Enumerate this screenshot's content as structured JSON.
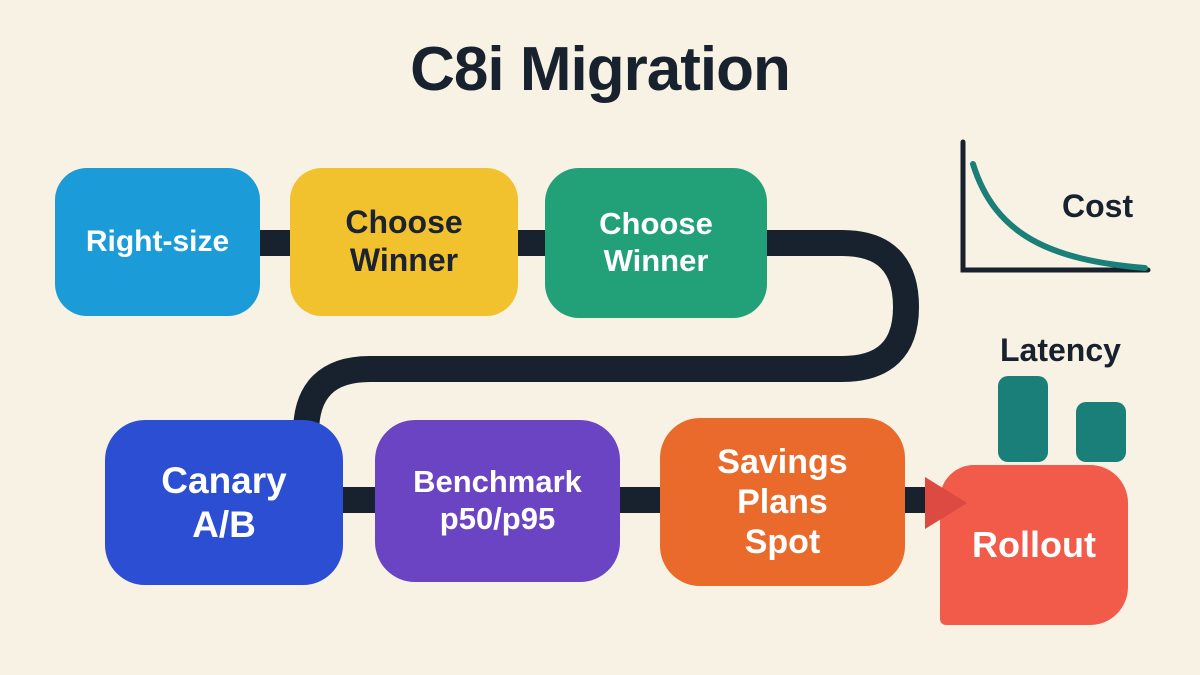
{
  "title": "C8i Migration",
  "nodes": [
    {
      "id": "right-size",
      "label": "Right-size"
    },
    {
      "id": "choose-winner-1",
      "label": "Choose\nWinner"
    },
    {
      "id": "choose-winner-2",
      "label": "Choose\nWinner"
    },
    {
      "id": "canary-ab",
      "label": "Canary\nA/B"
    },
    {
      "id": "benchmark-p50-p95",
      "label": "Benchmark\np50/p95"
    },
    {
      "id": "savings-plans-spot",
      "label": "Savings\nPlans\nSpot"
    },
    {
      "id": "rollout",
      "label": "Rollout"
    }
  ],
  "annotations": {
    "cost_label": "Cost",
    "latency_label": "Latency"
  },
  "colors": {
    "background": "#f7f2e4",
    "ink": "#18222f",
    "right_size_blue": "#1b9bd8",
    "choose_winner_yellow": "#f2c12e",
    "choose_winner_teal": "#22a078",
    "canary_blue": "#2b4ed2",
    "benchmark_purple": "#6a44c3",
    "savings_orange": "#ea6a2b",
    "rollout_coral": "#f25a49",
    "arrow_red": "#dd4a41",
    "chart_teal": "#1a7f78"
  }
}
